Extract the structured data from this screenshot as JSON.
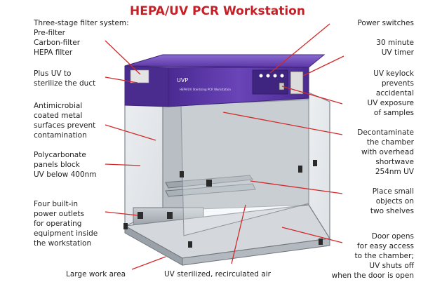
{
  "title": "HEPA/UV PCR Workstation",
  "colors": {
    "title": "#c62026",
    "leader": "#d22a2a",
    "hood": "#5b35a6",
    "text": "#222222"
  },
  "labels": {
    "filter_system": [
      "Three-stage filter system:",
      "Pre-filter",
      "Carbon-filter",
      "HEPA filter"
    ],
    "plus_uv": [
      "Plus UV to",
      "sterilize the duct"
    ],
    "antimicrobial": [
      "Antimicrobial",
      "coated metal",
      "surfaces prevent",
      "contamination"
    ],
    "polycarbonate": [
      "Polycarbonate",
      "panels block",
      "UV below 400nm"
    ],
    "outlets": [
      "Four built-in",
      "power outlets",
      "for operating",
      "equipment inside",
      "the workstation"
    ],
    "work_area": [
      "Large work area"
    ],
    "uv_sterilized": [
      "UV sterilized, recirculated air"
    ],
    "power_switches": [
      "Power switches"
    ],
    "uv_timer": [
      "30 minute",
      "UV timer"
    ],
    "uv_keylock": [
      "UV keylock",
      "prevents",
      "accidental",
      "UV exposure",
      "of samples"
    ],
    "decontaminate": [
      "Decontaminate",
      "the chamber",
      "with overhead",
      "shortwave",
      "254nm UV"
    ],
    "shelves": [
      "Place small",
      "objects on",
      "two shelves"
    ],
    "door": [
      "Door opens",
      "for easy access",
      "to the chamber;",
      "UV shuts off",
      "when the door is open"
    ]
  },
  "hood": {
    "brand": "UVP",
    "model_text": "HEPA/UV Sterilizing PCR Workstation"
  }
}
